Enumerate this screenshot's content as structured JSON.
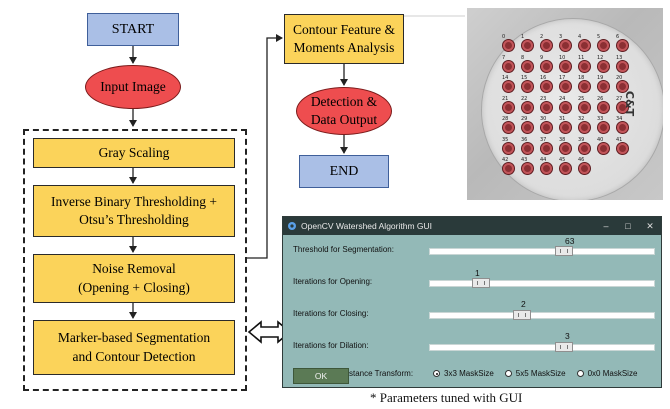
{
  "flowchart": {
    "start": "START",
    "input_image": "Input Image",
    "gray_scaling": "Gray Scaling",
    "thresholding_line1": "Inverse Binary Thresholding +",
    "thresholding_line2": "Otsu’s Thresholding",
    "noise_removal_line1": "Noise Removal",
    "noise_removal_line2": "(Opening + Closing)",
    "segmentation_line1": "Marker-based Segmentation",
    "segmentation_line2": "and Contour Detection",
    "contour_line1": "Contour Feature &",
    "contour_line2": "Moments Analysis",
    "detection_line1": "Detection &",
    "detection_line2": "Data Output",
    "end": "END"
  },
  "photo": {
    "dish_label": "C&T",
    "colony_numbers": [
      "0",
      "1",
      "2",
      "3",
      "4",
      "5",
      "6",
      "7",
      "8",
      "9",
      "10",
      "11",
      "12",
      "13",
      "14",
      "15",
      "16",
      "17",
      "18",
      "19",
      "20",
      "21",
      "22",
      "23",
      "24",
      "25",
      "26",
      "27",
      "28",
      "29",
      "30",
      "31",
      "32",
      "33",
      "34",
      "35",
      "36",
      "37",
      "38",
      "39",
      "40",
      "41",
      "42",
      "43",
      "44",
      "45",
      "46"
    ]
  },
  "gui": {
    "title": "OpenCV Watershed Algorithm GUI",
    "window_buttons": [
      "–",
      "□",
      "✕"
    ],
    "sliders": [
      {
        "label": "Threshold for Segmentation:",
        "value": "63",
        "fraction": 0.6
      },
      {
        "label": "Iterations for Opening:",
        "value": "1",
        "fraction": 0.2
      },
      {
        "label": "Iterations for Closing:",
        "value": "2",
        "fraction": 0.4
      },
      {
        "label": "Iterations for Dilation:",
        "value": "3",
        "fraction": 0.6
      }
    ],
    "mask_label": "MaskSize for Distance Transform:",
    "mask_options": [
      {
        "label": "3x3 MaskSize",
        "selected": true
      },
      {
        "label": "5x5 MaskSize",
        "selected": false
      },
      {
        "label": "0x0 MaskSize",
        "selected": false
      }
    ],
    "ok_label": "OK"
  },
  "footnote": "* Parameters tuned with GUI",
  "colors": {
    "blue_box": "#aabfe6",
    "yellow_box": "#fbd35a",
    "red_ellipse": "#ee4d4f",
    "gui_body": "#93b9b7",
    "colony": "#8b2f33"
  }
}
